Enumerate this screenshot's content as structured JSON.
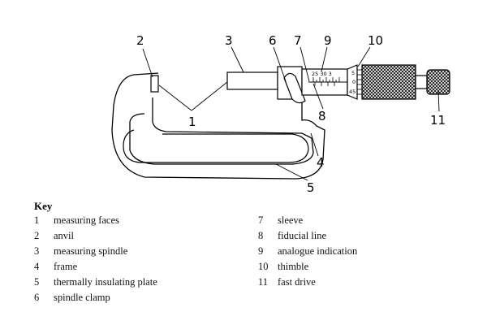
{
  "callouts": [
    "1",
    "2",
    "3",
    "4",
    "5",
    "6",
    "7",
    "8",
    "9",
    "10",
    "11"
  ],
  "scale_labels": {
    "sleeve": "25 30 3",
    "thimble": [
      "5",
      "0",
      "45"
    ]
  },
  "key": {
    "title": "Key",
    "items": [
      {
        "num": "1",
        "label": "measuring faces"
      },
      {
        "num": "2",
        "label": "anvil"
      },
      {
        "num": "3",
        "label": "measuring spindle"
      },
      {
        "num": "4",
        "label": "frame"
      },
      {
        "num": "5",
        "label": "thermally insulating plate"
      },
      {
        "num": "6",
        "label": "spindle clamp"
      },
      {
        "num": "7",
        "label": "sleeve"
      },
      {
        "num": "8",
        "label": "fiducial line"
      },
      {
        "num": "9",
        "label": "analogue indication"
      },
      {
        "num": "10",
        "label": "thimble"
      },
      {
        "num": "11",
        "label": "fast drive"
      }
    ]
  }
}
